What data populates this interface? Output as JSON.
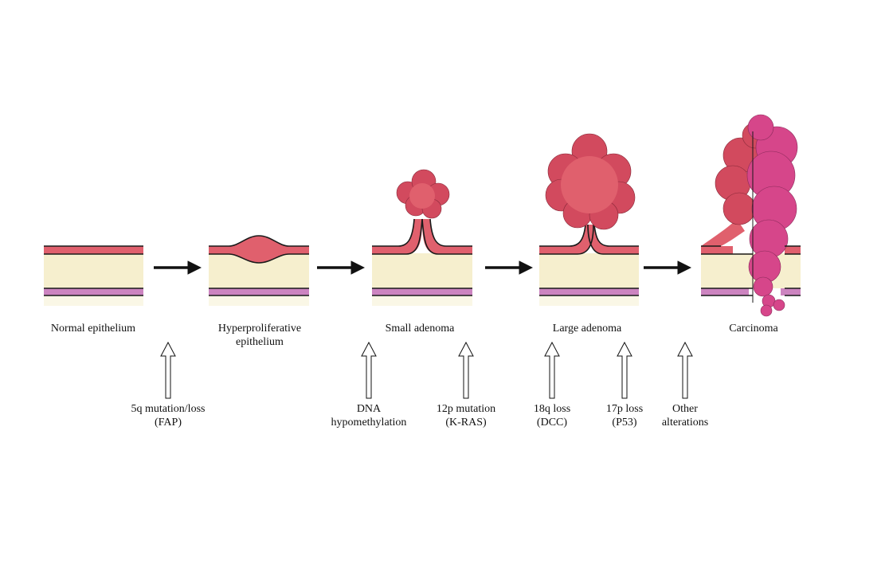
{
  "colors": {
    "mucosa": "#e0606d",
    "mucosa_dark": "#d24a5e",
    "submucosa": "#f6efce",
    "muscularis": "#cc84c0",
    "carcinoma": "#d6468a",
    "line": "#1a1a1a",
    "background": "#ffffff"
  },
  "stages": [
    {
      "label_line1": "Normal epithelium",
      "label_line2": ""
    },
    {
      "label_line1": "Hyperproliferative",
      "label_line2": "epithelium"
    },
    {
      "label_line1": "Small adenoma",
      "label_line2": ""
    },
    {
      "label_line1": "Large adenoma",
      "label_line2": ""
    },
    {
      "label_line1": "Carcinoma",
      "label_line2": ""
    }
  ],
  "alterations": [
    {
      "line1": "5q mutation/loss",
      "line2": "(FAP)"
    },
    {
      "line1": "DNA",
      "line2": "hypomethylation"
    },
    {
      "line1": "12p mutation",
      "line2": "(K-RAS)"
    },
    {
      "line1": "18q loss",
      "line2": "(DCC)"
    },
    {
      "line1": "17p loss",
      "line2": "(P53)"
    },
    {
      "line1": "Other",
      "line2": "alterations"
    }
  ]
}
